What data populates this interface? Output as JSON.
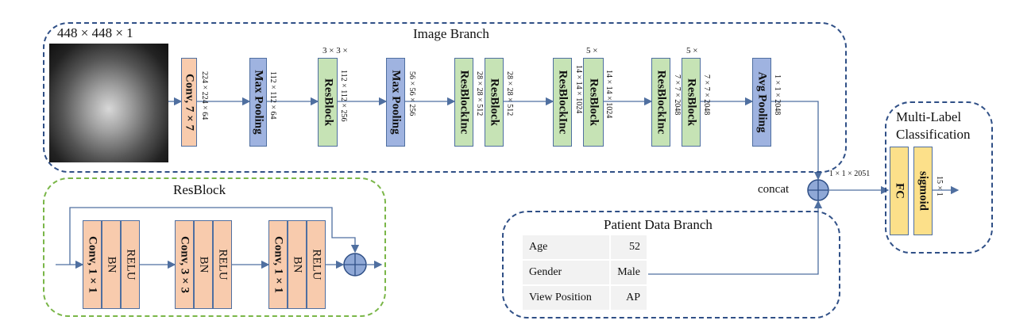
{
  "image_branch": {
    "title": "Image Branch",
    "input_dims": "448 × 448 × 1",
    "blocks": [
      {
        "label": "Conv, 7 × 7",
        "dims": "224 × 224 × 64"
      },
      {
        "label": "Max Pooling",
        "dims": "112 × 112 × 64"
      },
      {
        "label": "ResBlock",
        "dims": "112 × 112 × 256",
        "repeat": "3 × 3 ×"
      },
      {
        "label": "Max Pooling",
        "dims": "56 × 56 × 256"
      },
      {
        "label": "ResBlockInc",
        "dims": "28 × 28 × 512"
      },
      {
        "label": "ResBlock",
        "dims": "28 × 28 × 512"
      },
      {
        "label": "ResBlockInc",
        "dims": "14 × 14 × 1024"
      },
      {
        "label": "ResBlock",
        "dims": "14 × 14 × 1024",
        "repeat": "5 ×"
      },
      {
        "label": "ResBlockInc",
        "dims": "7 × 7 × 2048"
      },
      {
        "label": "ResBlock",
        "dims": "7 × 7 × 2048",
        "repeat": "5 ×"
      },
      {
        "label": "Avg Pooling",
        "dims": "1 × 1 × 2048"
      }
    ]
  },
  "resblock": {
    "title": "ResBlock",
    "groups": [
      {
        "conv": "Conv, 1 × 1",
        "bn": "BN",
        "relu": "RELU"
      },
      {
        "conv": "Conv, 3 × 3",
        "bn": "BN",
        "relu": "RELU"
      },
      {
        "conv": "Conv, 1 × 1",
        "bn": "BN",
        "relu": "RELU"
      }
    ]
  },
  "patient_branch": {
    "title": "Patient Data Branch",
    "rows": [
      {
        "key": "Age",
        "value": "52"
      },
      {
        "key": "Gender",
        "value": "Male"
      },
      {
        "key": "View Position",
        "value": "AP"
      }
    ]
  },
  "concat": {
    "label": "concat",
    "dims": "1 × 1 × 2051"
  },
  "classifier": {
    "title_line1": "Multi-Label",
    "title_line2": "Classification",
    "fc": "FC",
    "sigmoid": "sigmoid",
    "out_dims": "15 × 1"
  },
  "colors": {
    "navy": "#2f4f86",
    "green": "#7ab648",
    "orange": "#f8cbad",
    "blue": "#9fb3e0",
    "lightgreen": "#c6e3b5",
    "yellow": "#fce08a"
  }
}
